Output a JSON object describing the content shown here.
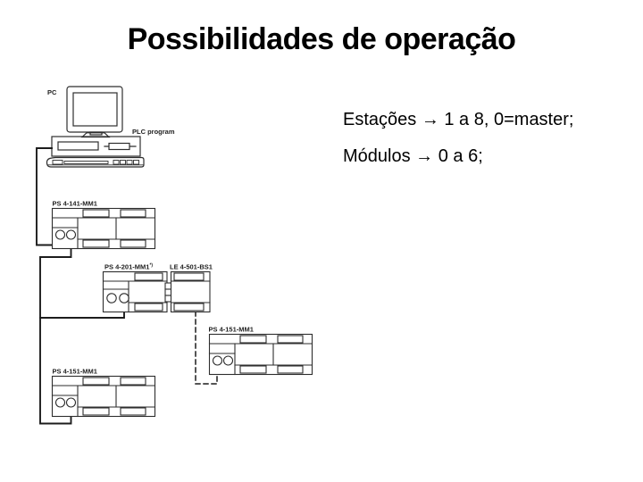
{
  "slide": {
    "title": "Possibilidades de operação"
  },
  "notes": {
    "line1": "Estações → 1 a 8, 0=master;",
    "line2": "Módulos → 0 a 6;"
  },
  "diagram": {
    "pc": {
      "label": "PC",
      "program_label": "PLC program"
    },
    "modules": {
      "m141": {
        "label": "PS 4-141-MM1"
      },
      "m201": {
        "label": "PS 4-201-MM1",
        "footnote": "*)"
      },
      "le501": {
        "label": "LE 4-501-BS1"
      },
      "m151_right": {
        "label": "PS 4-151-MM1"
      },
      "m151_bottom": {
        "label": "PS 4-151-MM1"
      }
    },
    "colors": {
      "outline": "#2e2e2e",
      "wire": "#1c1c1c",
      "background": "#ffffff"
    }
  }
}
